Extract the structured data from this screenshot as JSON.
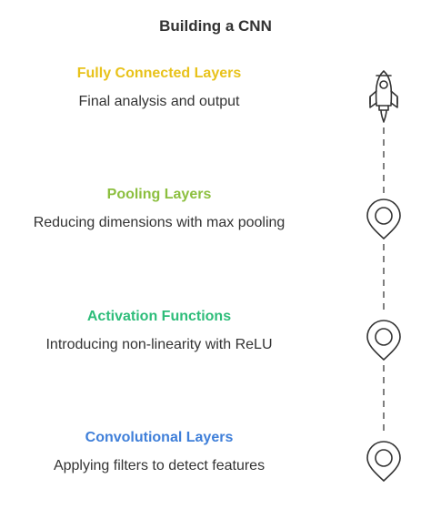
{
  "title": "Building a CNN",
  "steps": [
    {
      "title": "Fully Connected Layers",
      "description": "Final analysis and output",
      "color": "#e8c21a",
      "icon": "rocket-icon"
    },
    {
      "title": "Pooling Layers",
      "description": "Reducing dimensions with max pooling",
      "color": "#8cbf3f",
      "icon": "map-pin-icon"
    },
    {
      "title": "Activation Functions",
      "description": "Introducing non-linearity with ReLU",
      "color": "#2ebd7a",
      "icon": "map-pin-icon"
    },
    {
      "title": "Convolutional Layers",
      "description": "Applying filters to detect features",
      "color": "#3f7fd9",
      "icon": "map-pin-icon"
    }
  ],
  "colors": {
    "line": "#555555",
    "text": "#333333"
  }
}
